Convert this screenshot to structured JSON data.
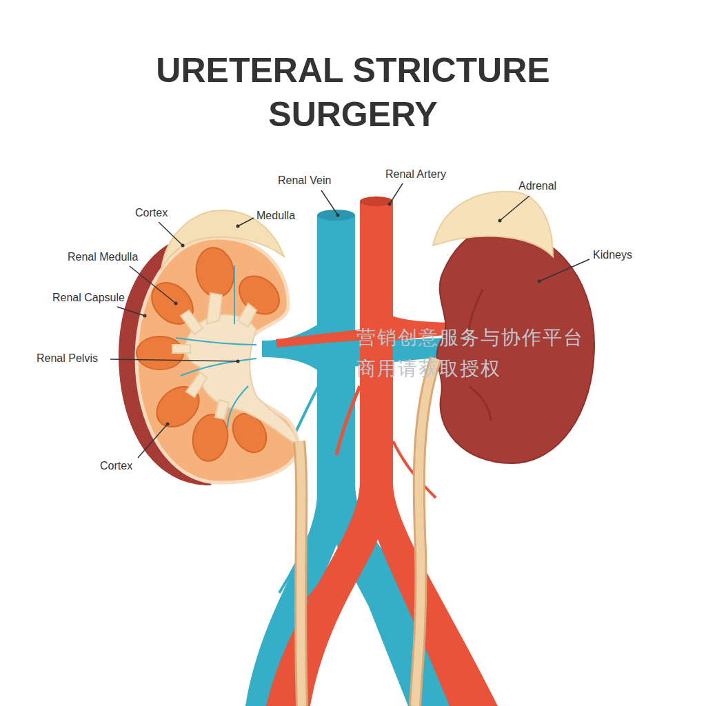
{
  "diagram": {
    "title": "URETERAL STRICTURE SURGERY",
    "labels": [
      "Renal Vein",
      "Renal Artery",
      "Adrenal",
      "Kidneys",
      "Cortex",
      "Medulla",
      "Renal Medulla",
      "Renal Capsule",
      "Renal Pelvis",
      "Cortex",
      "营销创意服务与协作平台",
      "商用请获取授权"
    ]
  }
}
